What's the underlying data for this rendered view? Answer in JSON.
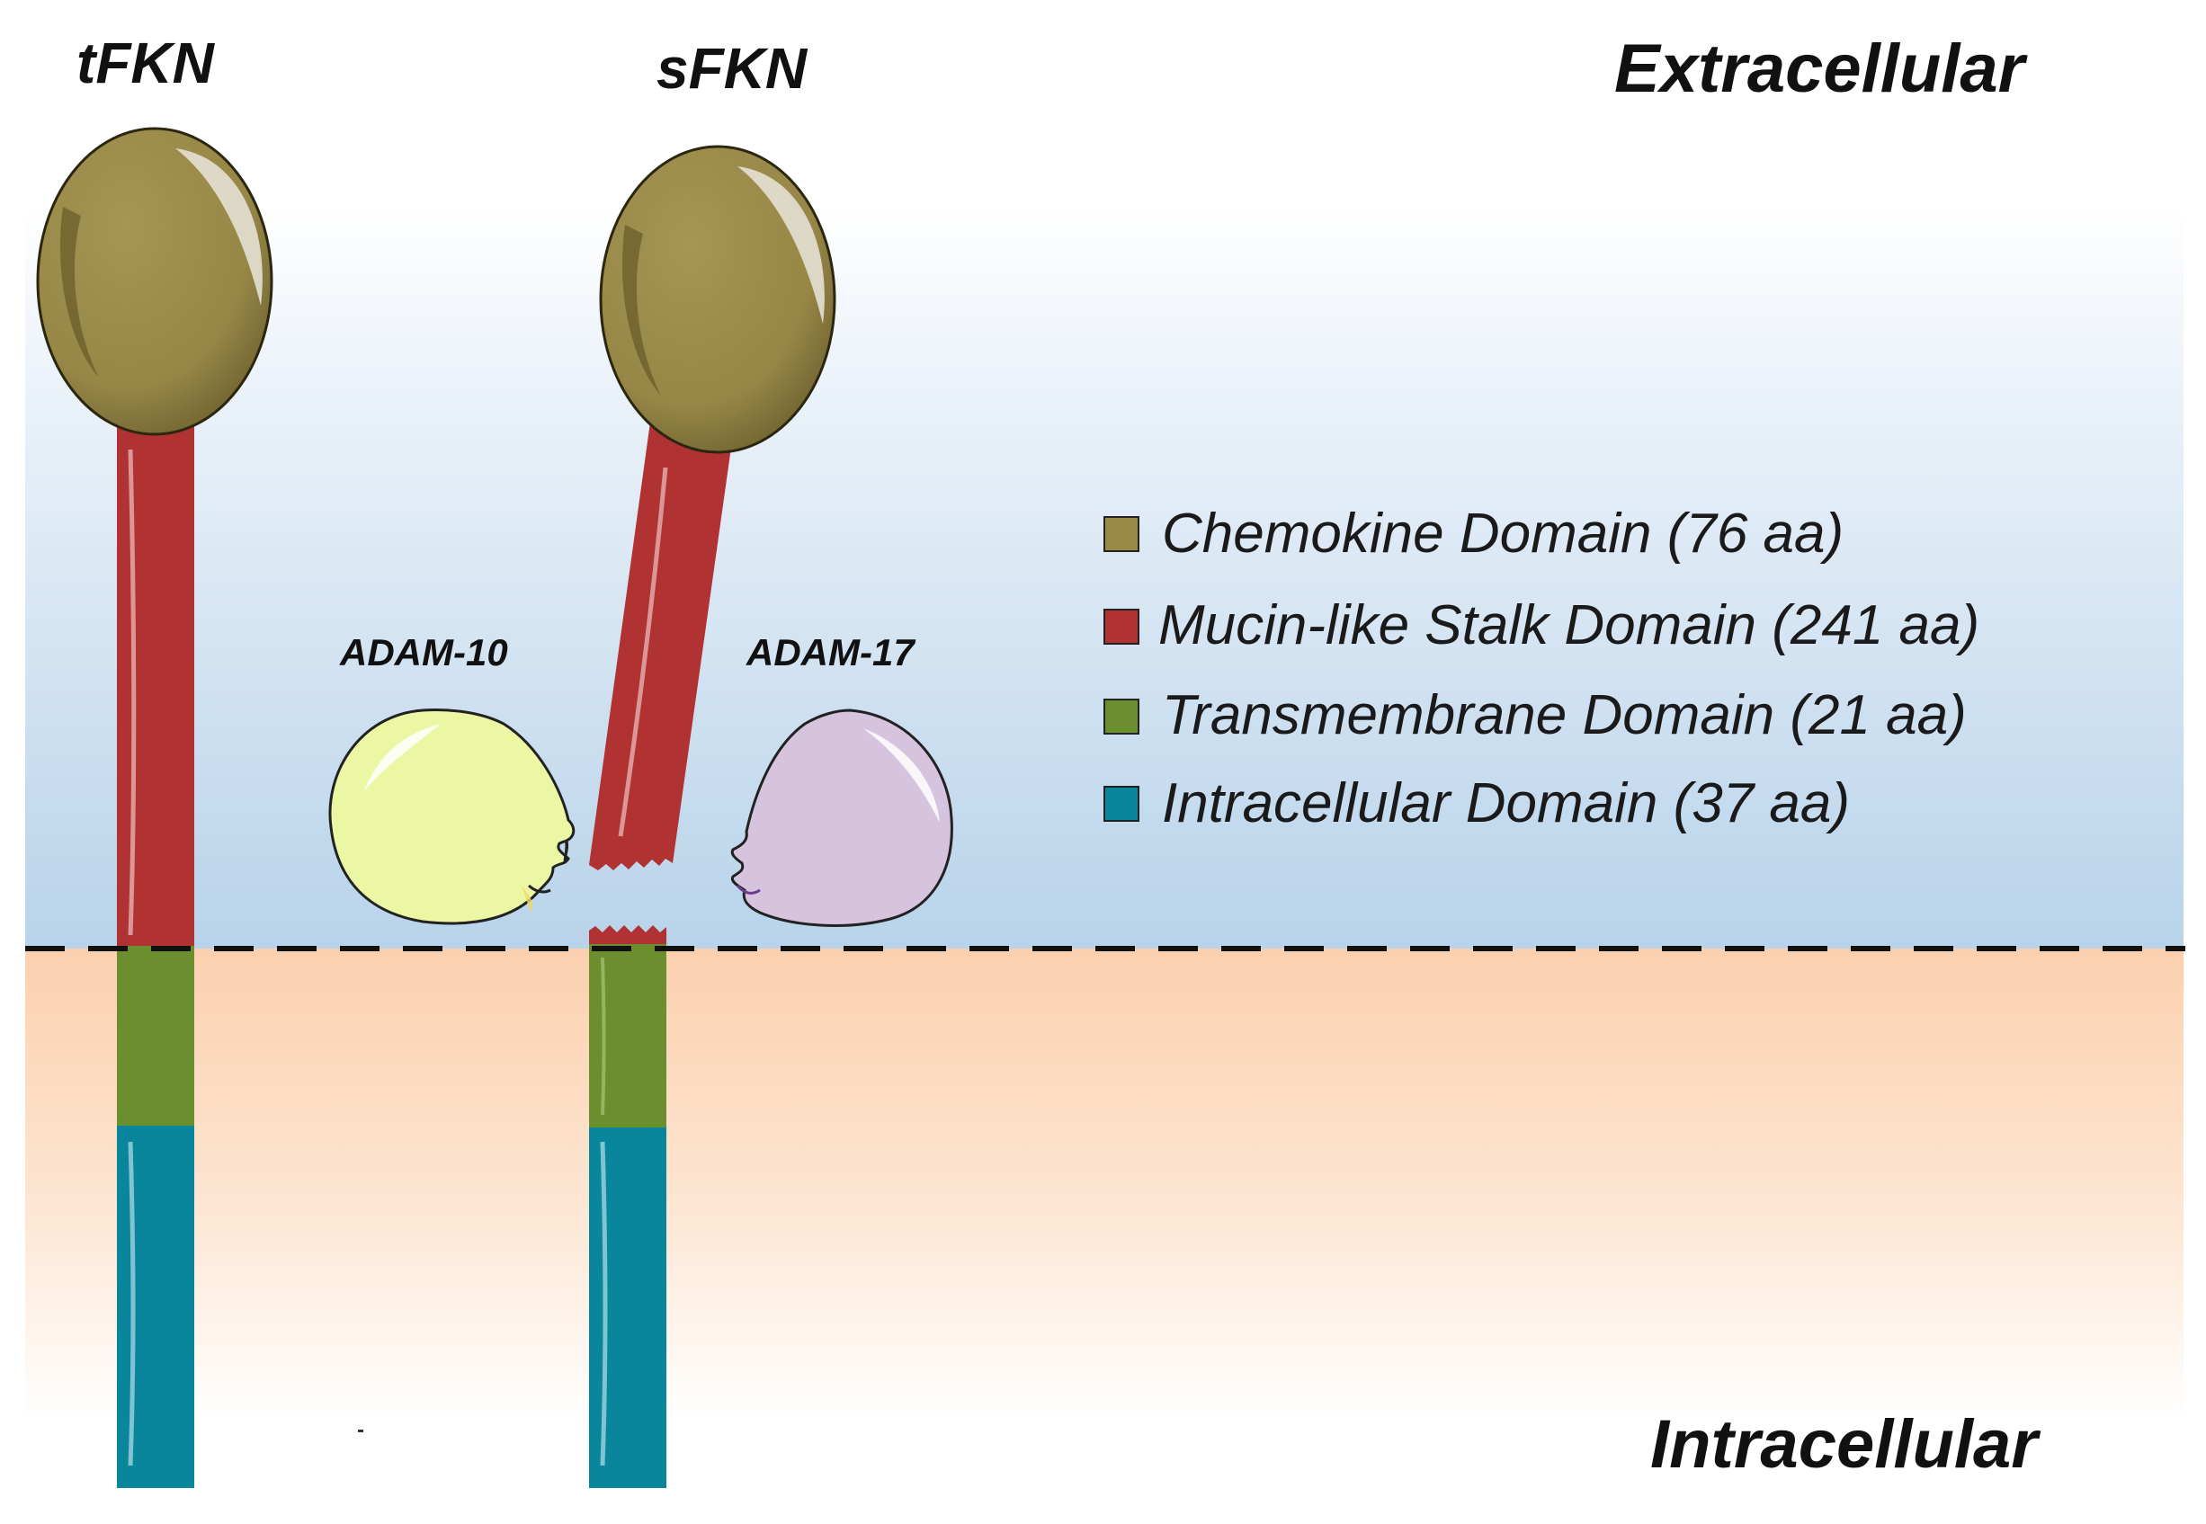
{
  "regions": {
    "extracellular": "Extracellular",
    "intracellular": "Intracellular"
  },
  "molecules": {
    "tfkn": "tFKN",
    "sfkn": "sFKN"
  },
  "enzymes": {
    "adam10": "ADAM-10",
    "adam17": "ADAM-17"
  },
  "legend": [
    {
      "label": "Chemokine Domain (76 aa)",
      "color": "#9a8a48"
    },
    {
      "label": "Mucin-like Stalk Domain (241 aa)",
      "color": "#b03232"
    },
    {
      "label": "Transmembrane Domain (21 aa)",
      "color": "#6b8e2e"
    },
    {
      "label": "Intracellular Domain (37 aa)",
      "color": "#0a869c"
    }
  ],
  "colors": {
    "extracellular_bg": "#b8d3ea",
    "intracellular_bg": "#fbd0ae",
    "adam10_fill": "#ecf7a4",
    "adam17_fill": "#d6c4df"
  }
}
